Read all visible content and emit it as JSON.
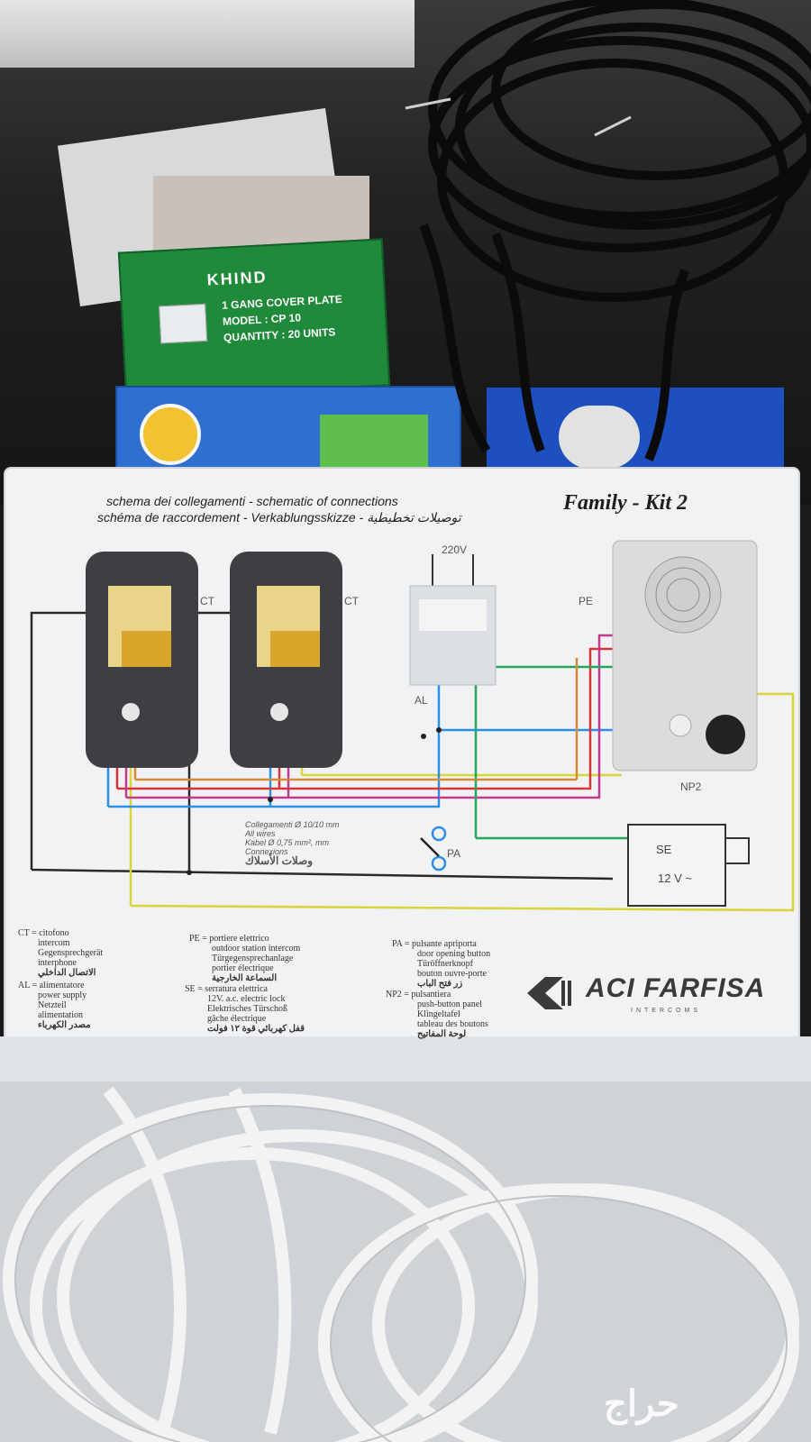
{
  "scene": {
    "description_free": true
  },
  "green_box": {
    "brand": "KHIND",
    "line1": "1 GANG COVER PLATE",
    "line2": "MODEL : CP 10",
    "line3": "QUANTITY : 20 UNITS"
  },
  "kit_box": {
    "header_line1": "schema dei collegamenti - schematic of connections",
    "header_line2": "schéma de raccordement - Verkablungsskizze - توصيلات تخطيطية",
    "title": "Family - Kit 2",
    "labels": {
      "ct1": "CT",
      "ct2": "CT",
      "v220": "220V",
      "al": "AL",
      "pe": "PE",
      "np2": "NP2",
      "pa": "PA",
      "se": "SE",
      "se_v": "12 V ~"
    },
    "wires_note": {
      "l1": "Collegamenti  Ø 10/10 mm",
      "l2": "All wires",
      "l3": "Kabel       Ø 0,75 mm², mm",
      "l4": "Connexions",
      "l5": "وصلات الأسلاك"
    },
    "legend": {
      "ct": [
        "CT =  citofono",
        "intercom",
        "Gegensprechgerät",
        "interphone",
        "الاتصال الداخلي"
      ],
      "al": [
        "AL =  alimentatore",
        "power supply",
        "Netzteil",
        "alimentation",
        "مصدر الكهرباء"
      ],
      "pe": [
        "PE =  portiere elettrico",
        "outdoor station intercom",
        "Türgegensprechanlage",
        "portier électrique",
        "السماعة الخارجية"
      ],
      "se": [
        "SE =  serratura elettrica",
        "12V. a.c. electric lock",
        "Elektrisches Türschoß",
        "gâche électrique",
        "قفل كهربائي قوة ١٢ فولت"
      ],
      "pa": [
        "PA =  pulsante apriporta",
        "door opening button",
        "Türöffnerknopf",
        "bouton ouvre-porte",
        "زر فتح الباب"
      ],
      "np2": [
        "NP2 =  pulsantiera",
        "push-button panel",
        "Klingeltafel",
        "tableau des boutons",
        "لوحة المفاتيح"
      ]
    },
    "brand": "ACI FARFISA",
    "brand_sub": "INTERCOMS"
  },
  "watermark": "حراج",
  "colors": {
    "wire_black": "#2a2a2a",
    "wire_blue": "#2b8fe8",
    "wire_red": "#d8363a",
    "wire_green": "#27a55a",
    "wire_yellow": "#d9d43a",
    "wire_magenta": "#c23a8f",
    "wire_orange": "#d58a34"
  }
}
